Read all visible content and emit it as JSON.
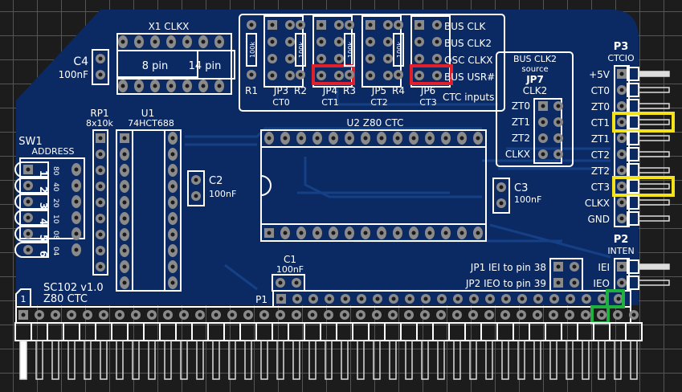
{
  "board": {
    "name": "SC102 v1.0",
    "subtitle": "Z80 CTC",
    "pin1_marker": "1"
  },
  "colors": {
    "substrate": "#0b2a63",
    "copper": "#143a7e",
    "silk": "#ffffff",
    "pad": "#8a8a8a",
    "highlight_red": "#e0202a",
    "highlight_yellow": "#f4e21a",
    "highlight_green": "#20b040",
    "background": "#1c1c1c"
  },
  "components": {
    "x1": {
      "ref": "X1",
      "value": "CLKX",
      "opt1": "8 pin",
      "opt2": "14 pin"
    },
    "c4": {
      "ref": "C4",
      "value": "100nF"
    },
    "c2": {
      "ref": "C2",
      "value": "100nF"
    },
    "c3": {
      "ref": "C3",
      "value": "100nF"
    },
    "c1": {
      "ref": "C1",
      "value": "100nF"
    },
    "rp1": {
      "ref": "RP1",
      "value": "8x10k"
    },
    "u1": {
      "ref": "U1",
      "value": "74HCT688"
    },
    "u2": {
      "ref": "U2",
      "value": "Z80 CTC"
    },
    "sw1": {
      "ref": "SW1",
      "value": "ADDRESS",
      "switches": [
        "1",
        "2",
        "3",
        "4",
        "5",
        "6"
      ],
      "weights": [
        "80",
        "40",
        "20",
        "10",
        "08",
        "04"
      ]
    },
    "p1": {
      "ref": "P1"
    },
    "jp1": {
      "ref": "JP1",
      "desc": "IEI to pin 38"
    },
    "jp2": {
      "ref": "JP2",
      "desc": "IEO to pin 39"
    }
  },
  "ctc_inputs": {
    "title": "CTC inputs",
    "resistor_value": "100k",
    "rows": [
      "BUS CLK",
      "BUS CLK2",
      "OSC CLKX",
      "BUS USR#"
    ],
    "groups": [
      {
        "r": "R1",
        "jp": "JP3",
        "ch": "CT0",
        "highlighted": false
      },
      {
        "r": "R2",
        "jp": "JP4",
        "ch": "CT1",
        "highlighted": true
      },
      {
        "r": "R3",
        "jp": "JP5",
        "ch": "CT2",
        "highlighted": false
      },
      {
        "r": "R4",
        "jp": "JP6",
        "ch": "CT3",
        "highlighted": true
      }
    ]
  },
  "jp7": {
    "title1": "BUS CLK2",
    "title2": "source",
    "ref": "JP7",
    "value": "CLK2",
    "rows": [
      "ZT0",
      "ZT1",
      "ZT2",
      "CLKX"
    ]
  },
  "p3": {
    "ref": "P3",
    "value": "CTCIO",
    "pins": [
      "+5V",
      "CT0",
      "ZT0",
      "CT1",
      "ZT1",
      "CT2",
      "ZT2",
      "CT3",
      "CLKX",
      "GND"
    ],
    "highlighted": [
      "CT1",
      "CT3"
    ]
  },
  "p2": {
    "ref": "P2",
    "value": "INTEN",
    "pins": [
      "IEI",
      "IEO"
    ]
  }
}
